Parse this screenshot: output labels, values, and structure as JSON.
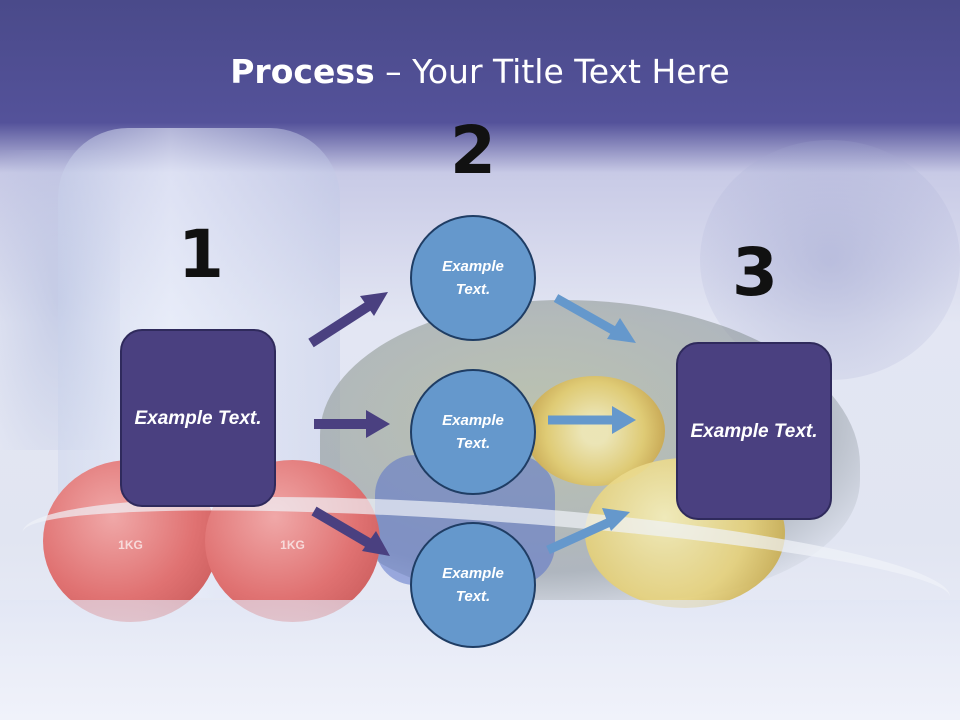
{
  "slide": {
    "title_bold": "Process",
    "title_rest": " – Your Title Text Here",
    "steps": [
      {
        "number": "1",
        "box_text": "Example Text."
      },
      {
        "number": "2"
      },
      {
        "number": "3",
        "box_text": "Example Text."
      }
    ],
    "circles": [
      {
        "text": "Example Text."
      },
      {
        "text": "Example Text."
      },
      {
        "text": "Example Text."
      }
    ],
    "photo_labels": {
      "left_weight": "1KG",
      "right_weight": "1KG"
    }
  },
  "colors": {
    "header_band": "#4a4a8a",
    "box_fill": "#4a4080",
    "circle_fill": "#6598cc",
    "arrow_dark": "#4a4080",
    "arrow_light": "#6598cc"
  }
}
